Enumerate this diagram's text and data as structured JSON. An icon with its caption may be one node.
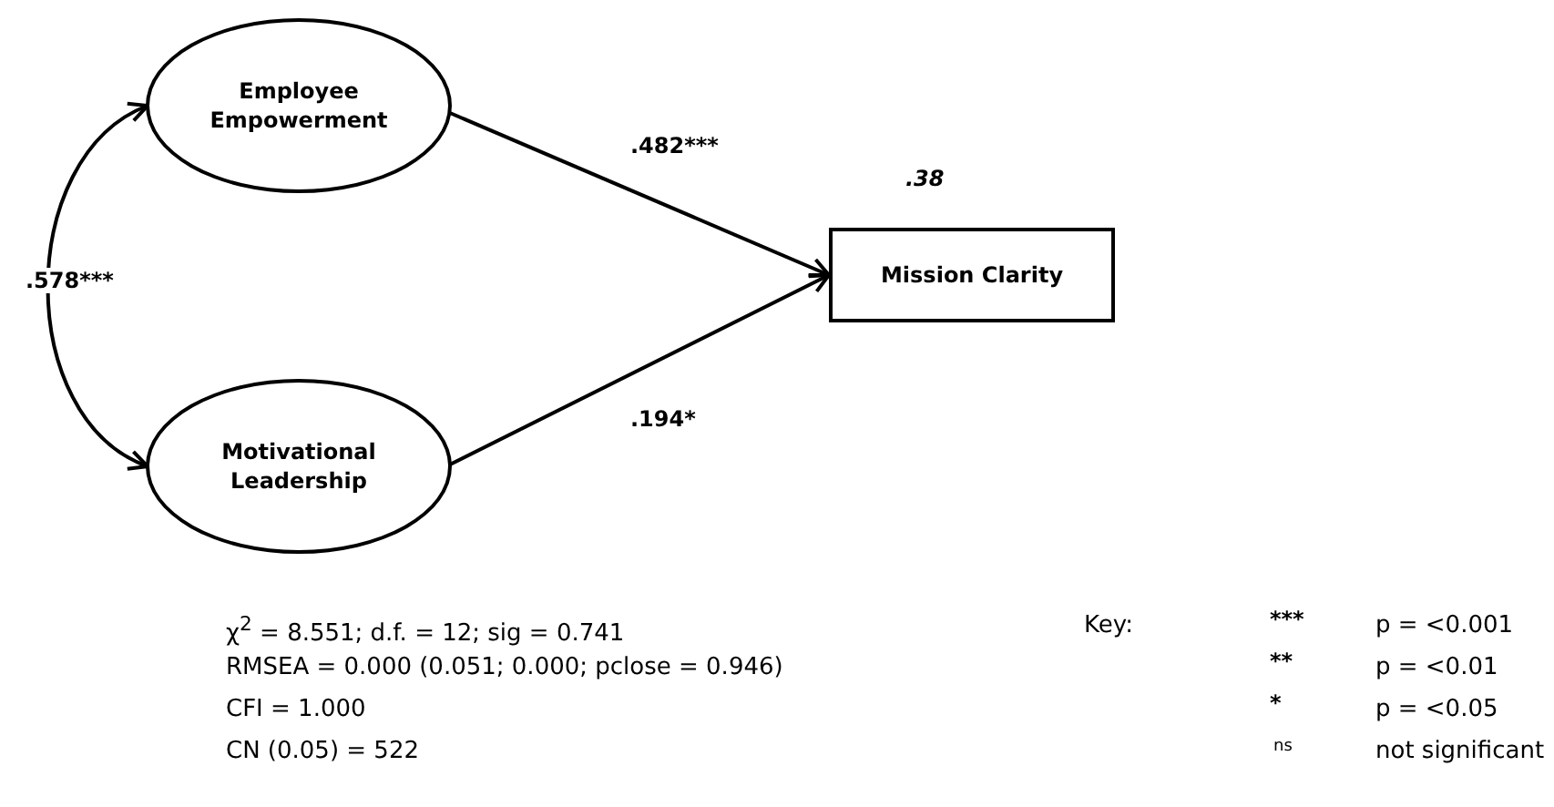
{
  "diagram": {
    "nodes": [
      {
        "text": [
          "Employee Empowerment"
        ]
      },
      {
        "text": [
          "Motivational Leadership"
        ]
      },
      {
        "text": [
          "Mission Clarity"
        ],
        "beside": [
          ".38"
        ]
      }
    ],
    "edges": [
      {
        "from": 0,
        "to": 1,
        "arrow": "both",
        "label": ".578***"
      },
      {
        "from": 0,
        "to": 2,
        "arrow": "to",
        "label": ".482***"
      },
      {
        "from": 1,
        "to": 2,
        "arrow": "to",
        "label": ".194*"
      }
    ],
    "labels": [
      "χ$^{2}$ = 8.551; d.f. = 12; sig = 0.741",
      "RMSEA = 0.000 (0.051; 0.000; pclose = 0.946)",
      "CFI = 1.000",
      "CN (0.05) = 522",
      "Key:",
      "***",
      "p = <0.001",
      "**",
      "p = <0.01",
      "*",
      "p = <0.05",
      "ns",
      "not significant"
    ]
  }
}
